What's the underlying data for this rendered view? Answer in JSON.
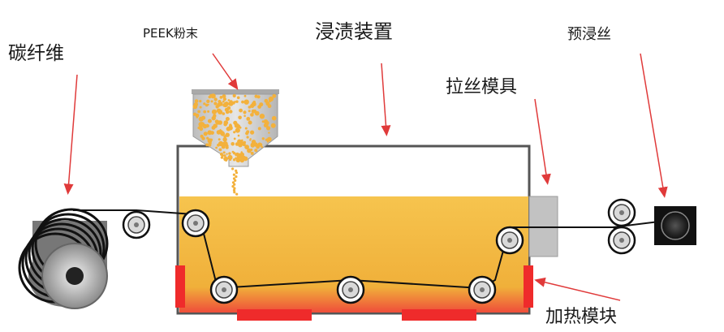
{
  "labels": {
    "carbon_fiber": "碳纤维",
    "peek_powder": "PEEK粉末",
    "impregnation_device": "浸渍装置",
    "drawing_die": "拉丝模具",
    "prepreg_filament": "预浸丝",
    "heating_module": "加热模块"
  },
  "colors": {
    "arrow": "#e03a3a",
    "tank_outline": "#555555",
    "bath_top": "#f5c04a",
    "bath_mid": "#f0b43c",
    "bath_bottom": "#ef4b3a",
    "heater": "#ef2b2b",
    "powder": "#f3b13c",
    "hopper": "#c9c9c9",
    "die": "#bdbdbd",
    "roller_fill": "#d9d9d9",
    "fiber_line": "#111111"
  }
}
